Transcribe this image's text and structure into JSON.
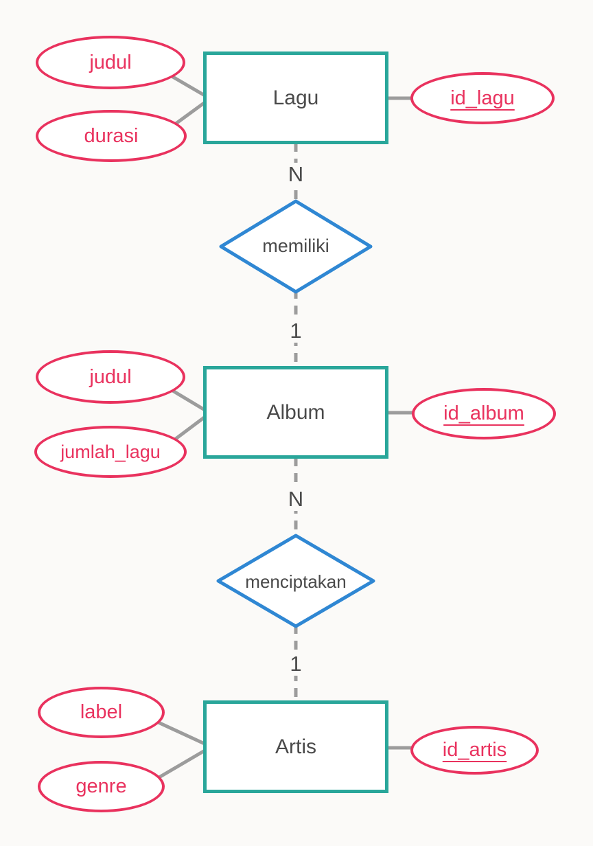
{
  "diagram": {
    "type": "er-diagram",
    "colors": {
      "bg": "#fbfaf8",
      "entity-border": "#29a69a",
      "attribute-border": "#e9325e",
      "attribute-text": "#e9325e",
      "relationship-border": "#2f87d3",
      "connector": "#9c9c9c",
      "text": "#4a4a4a"
    },
    "sections": {
      "lagu": {
        "entity": "Lagu",
        "attributes": {
          "judul": "judul",
          "durasi": "durasi"
        },
        "key_attribute": "id_lagu"
      },
      "memiliki": {
        "label": "memiliki",
        "cardinality_top": "N",
        "cardinality_bottom": "1"
      },
      "album": {
        "entity": "Album",
        "attributes": {
          "judul": "judul",
          "jumlah_lagu": "jumlah_lagu"
        },
        "key_attribute": "id_album"
      },
      "menciptakan": {
        "label": "menciptakan",
        "cardinality_top": "N",
        "cardinality_bottom": "1"
      },
      "artis": {
        "entity": "Artis",
        "attributes": {
          "label": "label",
          "genre": "genre"
        },
        "key_attribute": "id_artis"
      }
    }
  }
}
